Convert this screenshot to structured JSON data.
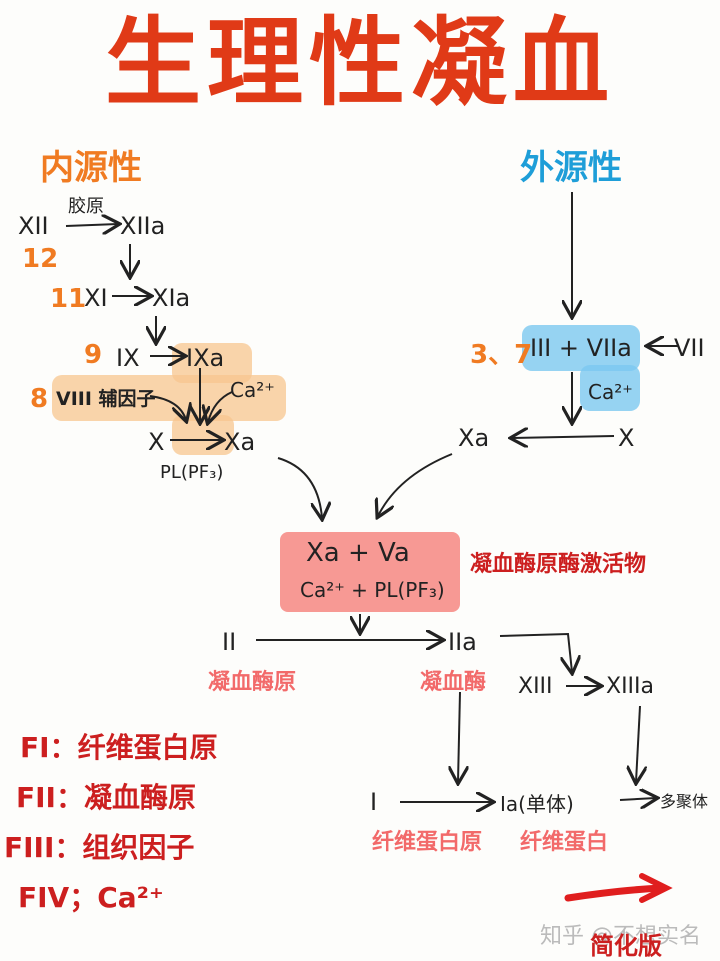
{
  "title": "生理性凝血",
  "intrinsic": {
    "label": "内源性",
    "factors": {
      "f12": "XII",
      "f12a": "XIIa",
      "n12": "12",
      "collagen": "胶原",
      "n11": "11",
      "f11": "XI",
      "f11a": "XIa",
      "n9": "9",
      "f9": "IX",
      "f9a": "IXa",
      "n8": "8",
      "f8": "VIII 辅因子",
      "ca": "Ca²⁺",
      "f10": "X",
      "f10a": "Xa",
      "pl": "PL(PF₃)"
    }
  },
  "extrinsic": {
    "label": "外源性",
    "factors": {
      "n37": "3、7",
      "f3_7a": "III + VIIa",
      "f7": "VII",
      "ca": "Ca²⁺",
      "f10a": "Xa",
      "f10": "X"
    }
  },
  "common": {
    "complex_line1": "Xa + Va",
    "complex_line2": "Ca²⁺ + PL(PF₃)",
    "complex_label": "凝血酶原酶激活物",
    "prothrombin": "II",
    "prothrombin_label": "凝血酶原",
    "thrombin": "IIa",
    "thrombin_label": "凝血酶",
    "f13": "XIII",
    "f13a": "XIIIa",
    "fibrinogen": "I",
    "fibrinogen_label": "纤维蛋白原",
    "fibrin_monomer": "Ia(单体)",
    "fibrin_label": "纤维蛋白",
    "polymer": "多聚体"
  },
  "legend": [
    {
      "key": "FI",
      "sep": "：",
      "value": "纤维蛋白原"
    },
    {
      "key": "FII",
      "sep": "：",
      "value": "凝血酶原"
    },
    {
      "key": "FIII",
      "sep": "：",
      "value": "组织因子"
    },
    {
      "key": "FIV",
      "sep": "；",
      "value": "Ca²⁺"
    }
  ],
  "watermark": "知乎 @不想实名",
  "corner_label": "简化版",
  "colors": {
    "title": "#e03a17",
    "intrinsic": "#f07b22",
    "extrinsic": "#1e9ed8",
    "complex": "#f5807a",
    "legend": "#cc1f1f",
    "label_pink": "#f26a6a"
  }
}
